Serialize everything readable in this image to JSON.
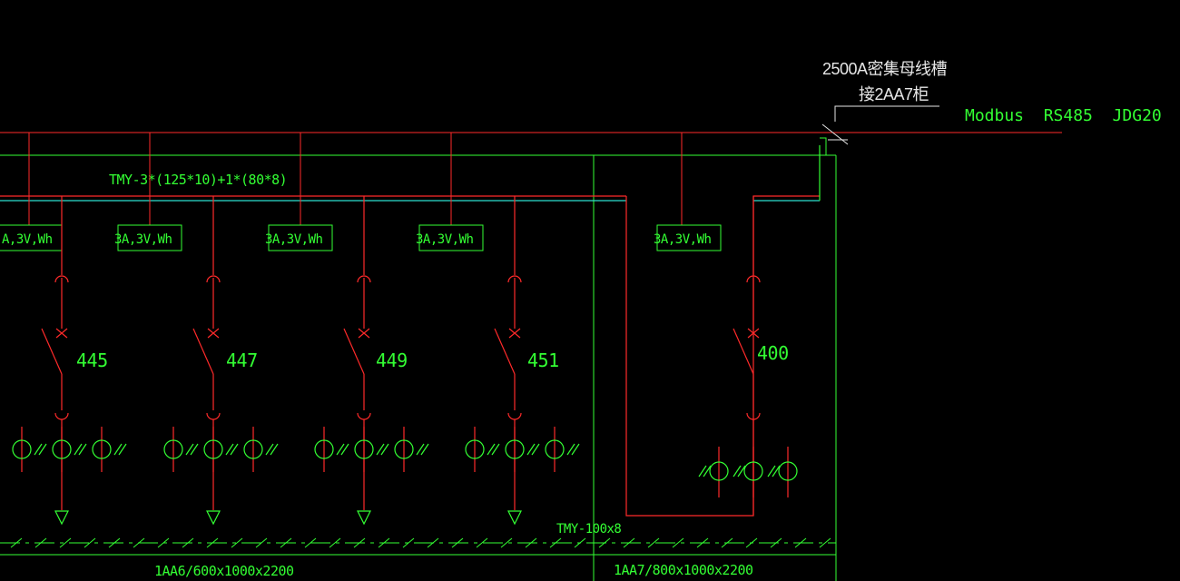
{
  "colors": {
    "background": "#000000",
    "red": "#ff2a2a",
    "green": "#33ff33",
    "white": "#e6e6e6"
  },
  "labels": {
    "busway_line1": "2500A密集母线槽",
    "busway_line2": "接2AA7柜",
    "modbus": "Modbus  RS485  JDG20",
    "busbar_main": "TMY-3*(125*10)+1*(80*8)",
    "busbar_pe": "TMY-100x8",
    "cab1": "1AA6/600x1000x2200",
    "cab2": "1AA7/800x1000x2200"
  },
  "meters": [
    "A,3V,Wh",
    "3A,3V,Wh",
    "3A,3V,Wh",
    "3A,3V,Wh",
    "3A,3V,Wh"
  ],
  "circuits": [
    "445",
    "447",
    "449",
    "451",
    "400"
  ]
}
